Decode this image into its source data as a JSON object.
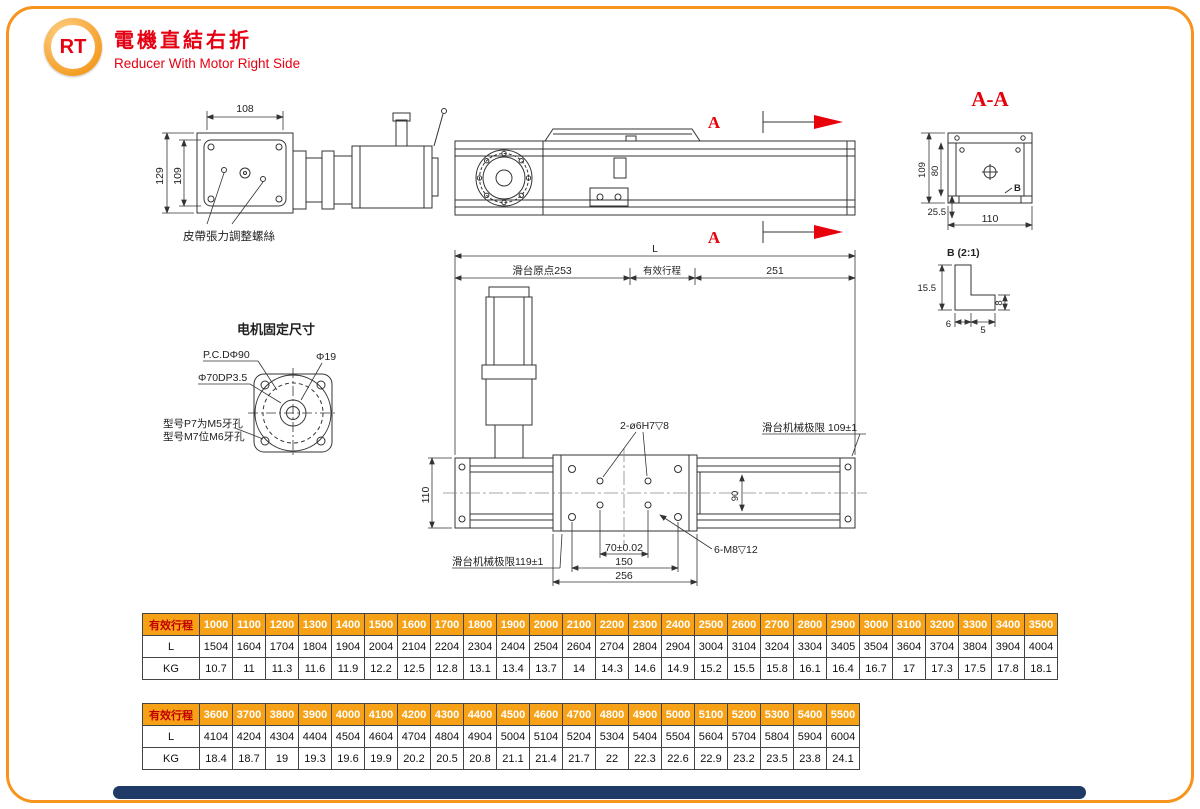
{
  "header": {
    "logo": "RT",
    "title_cn": "電機直結右折",
    "title_en": "Reducer With Motor Right Side"
  },
  "drawing": {
    "side_view": {
      "dim_width": "108",
      "dim_height_outer": "129",
      "dim_height_inner": "109",
      "belt_note": "皮帶張力調整螺絲"
    },
    "top_view": {
      "section_label": "A"
    },
    "section_view": {
      "title": "A-A",
      "dim_height": "109",
      "dim_inner_height": "80",
      "dim_base": "25.5",
      "dim_width": "110",
      "b_marker": "B",
      "detail_label": "B (2:1)",
      "dim_15_5": "15.5",
      "dim_6": "6",
      "dim_5": "5",
      "dim_8": "8"
    },
    "motor_mount": {
      "title": "电机固定尺寸",
      "pcd_label": "P.C.DΦ90",
      "d19_label": "Φ19",
      "d70_label": "Φ70DP3.5",
      "note_p7": "型号P7为M5牙孔",
      "note_m7": "型号M7位M6牙孔"
    },
    "front_view": {
      "dim_total": "L",
      "dim_origin": "滑台原点253",
      "dim_stroke": "有效行程",
      "dim_right": "251",
      "dim_height": "110",
      "dim_holes_top": "2-ø6H7▽8",
      "limit_right": "滑台机械极限 109±1",
      "dim_70": "70±0.02",
      "dim_150": "150",
      "dim_256": "256",
      "dim_holes_side": "6-M8▽12",
      "limit_left": "滑台机械极限119±1",
      "dim_90": "90"
    }
  },
  "table1": {
    "header": [
      "有效行程",
      "1000",
      "1100",
      "1200",
      "1300",
      "1400",
      "1500",
      "1600",
      "1700",
      "1800",
      "1900",
      "2000",
      "2100",
      "2200",
      "2300",
      "2400",
      "2500",
      "2600",
      "2700",
      "2800",
      "2900",
      "3000",
      "3100",
      "3200",
      "3300",
      "3400",
      "3500"
    ],
    "rows": [
      {
        "label": "L",
        "values": [
          "1504",
          "1604",
          "1704",
          "1804",
          "1904",
          "2004",
          "2104",
          "2204",
          "2304",
          "2404",
          "2504",
          "2604",
          "2704",
          "2804",
          "2904",
          "3004",
          "3104",
          "3204",
          "3304",
          "3405",
          "3504",
          "3604",
          "3704",
          "3804",
          "3904",
          "4004"
        ]
      },
      {
        "label": "KG",
        "values": [
          "10.7",
          "11",
          "11.3",
          "11.6",
          "11.9",
          "12.2",
          "12.5",
          "12.8",
          "13.1",
          "13.4",
          "13.7",
          "14",
          "14.3",
          "14.6",
          "14.9",
          "15.2",
          "15.5",
          "15.8",
          "16.1",
          "16.4",
          "16.7",
          "17",
          "17.3",
          "17.5",
          "17.8",
          "18.1"
        ]
      }
    ]
  },
  "table2": {
    "header": [
      "有效行程",
      "3600",
      "3700",
      "3800",
      "3900",
      "4000",
      "4100",
      "4200",
      "4300",
      "4400",
      "4500",
      "4600",
      "4700",
      "4800",
      "4900",
      "5000",
      "5100",
      "5200",
      "5300",
      "5400",
      "5500"
    ],
    "rows": [
      {
        "label": "L",
        "values": [
          "4104",
          "4204",
          "4304",
          "4404",
          "4504",
          "4604",
          "4704",
          "4804",
          "4904",
          "5004",
          "5104",
          "5204",
          "5304",
          "5404",
          "5504",
          "5604",
          "5704",
          "5804",
          "5904",
          "6004"
        ]
      },
      {
        "label": "KG",
        "values": [
          "18.4",
          "18.7",
          "19",
          "19.3",
          "19.6",
          "19.9",
          "20.2",
          "20.5",
          "20.8",
          "21.1",
          "21.4",
          "21.7",
          "22",
          "22.3",
          "22.6",
          "22.9",
          "23.2",
          "23.5",
          "23.8",
          "24.1"
        ]
      }
    ]
  }
}
